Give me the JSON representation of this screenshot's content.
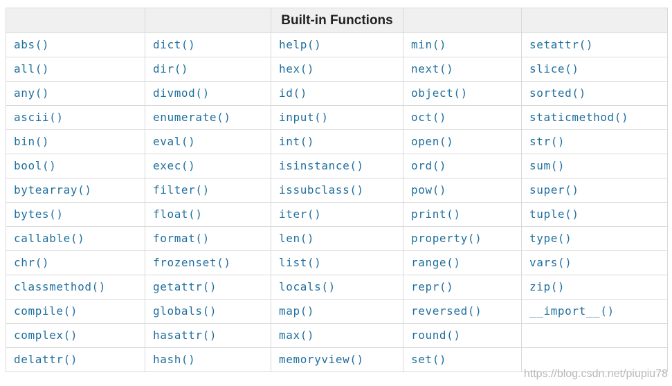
{
  "table": {
    "title": "Built-in Functions",
    "rows": [
      [
        "abs()",
        "dict()",
        "help()",
        "min()",
        "setattr()"
      ],
      [
        "all()",
        "dir()",
        "hex()",
        "next()",
        "slice()"
      ],
      [
        "any()",
        "divmod()",
        "id()",
        "object()",
        "sorted()"
      ],
      [
        "ascii()",
        "enumerate()",
        "input()",
        "oct()",
        "staticmethod()"
      ],
      [
        "bin()",
        "eval()",
        "int()",
        "open()",
        "str()"
      ],
      [
        "bool()",
        "exec()",
        "isinstance()",
        "ord()",
        "sum()"
      ],
      [
        "bytearray()",
        "filter()",
        "issubclass()",
        "pow()",
        "super()"
      ],
      [
        "bytes()",
        "float()",
        "iter()",
        "print()",
        "tuple()"
      ],
      [
        "callable()",
        "format()",
        "len()",
        "property()",
        "type()"
      ],
      [
        "chr()",
        "frozenset()",
        "list()",
        "range()",
        "vars()"
      ],
      [
        "classmethod()",
        "getattr()",
        "locals()",
        "repr()",
        "zip()"
      ],
      [
        "compile()",
        "globals()",
        "map()",
        "reversed()",
        "__import__()"
      ],
      [
        "complex()",
        "hasattr()",
        "max()",
        "round()",
        ""
      ],
      [
        "delattr()",
        "hash()",
        "memoryview()",
        "set()",
        ""
      ]
    ]
  },
  "watermark": "https://blog.csdn.net/piupiu78",
  "colors": {
    "link": "#1f6f9e",
    "header_bg": "#f0f0f0",
    "border": "#d9d9d9",
    "watermark": "#b8b8b8"
  }
}
